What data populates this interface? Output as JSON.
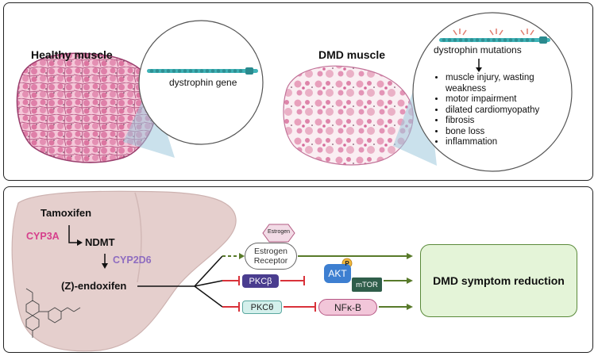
{
  "top_panel": {
    "healthy_label": "Healthy muscle",
    "dmd_label": "DMD muscle",
    "gene_label": "dystrophin gene",
    "mutations_label": "dystrophin mutations",
    "effects": [
      "muscle injury, wasting weakness",
      "motor impairment",
      "dilated cardiomyopathy",
      "fibrosis",
      "bone loss",
      "inflammation"
    ]
  },
  "bottom_panel": {
    "tamoxifen": "Tamoxifen",
    "cyp3a": "CYP3A",
    "ndmt": "NDMT",
    "cyp2d6": "CYP2D6",
    "endoxifen": "(Z)-endoxifen",
    "estrogen_badge": "Estrogen",
    "estrogen_receptor": "Estrogen Receptor",
    "pkcb": "PKCβ",
    "pkct": "PKCθ",
    "akt": "AKT",
    "p": "P",
    "mtor": "mTOR",
    "nfkb": "NFκ-B",
    "outcome": "DMD symptom reduction"
  },
  "colors": {
    "muscle_pink": "#e58fb0",
    "gene_teal": "#3fb3b7",
    "cyp3a": "#d63f8c",
    "cyp2d6": "#8e6cc0",
    "liver": "#e5cfcd",
    "inhibit_red": "#d9323a",
    "activate_green": "#587a2a",
    "outcome_fill": "#e4f4d8"
  }
}
